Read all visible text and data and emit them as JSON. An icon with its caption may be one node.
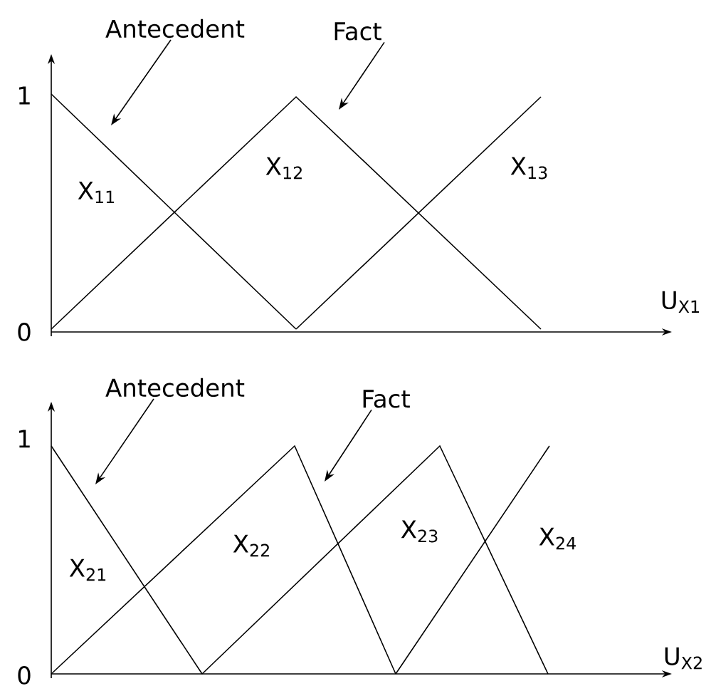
{
  "diagram": {
    "nodes": [
      {
        "text": [
          "Antecedent"
        ]
      },
      {
        "text": [
          "Fact"
        ]
      },
      {
        "text": [
          "Antecedent"
        ]
      },
      {
        "text": [
          "Fact"
        ]
      }
    ],
    "edges": [
      {
        "from": 0,
        "to": null,
        "arrow": "to"
      },
      {
        "from": 1,
        "to": null,
        "arrow": "to"
      },
      {
        "from": 2,
        "to": null,
        "arrow": "to"
      },
      {
        "from": 3,
        "to": null,
        "arrow": "to"
      }
    ],
    "labels": [
      "1",
      "X$_{11}$",
      "X$_{12}$",
      "X$_{13}$",
      "0",
      "U$_{X1}$",
      "1",
      "X$_{21}$",
      "X$_{22}$",
      "X$_{23}$",
      "X$_{24}$",
      "0",
      "U$_{X2}$"
    ]
  }
}
